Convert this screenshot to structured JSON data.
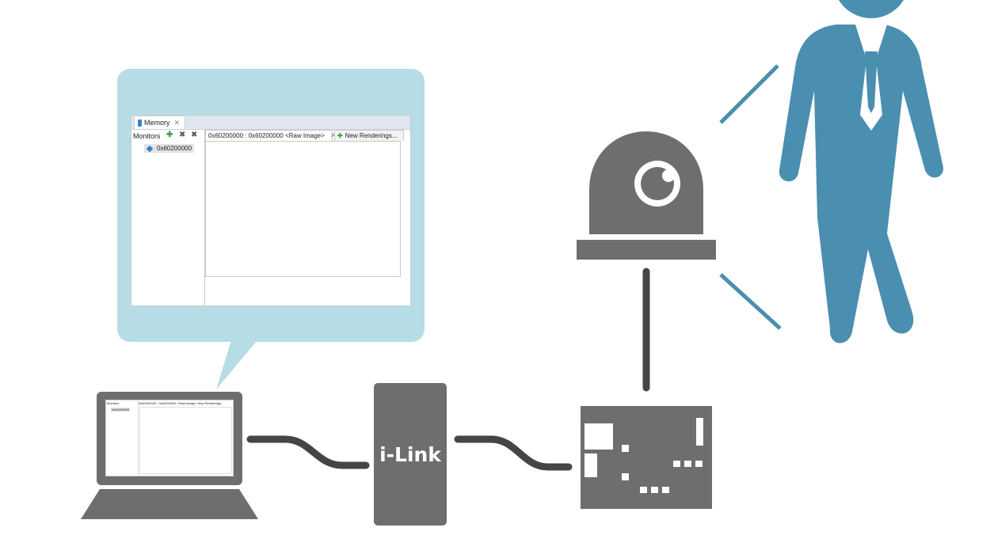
{
  "memory_view": {
    "tab_title": "Memory",
    "monitors_label": "Monitors",
    "monitor_address": "0x60200000",
    "rendering_tab": "0x60200000 : 0x60200000 <Raw Image>",
    "new_renderings_tab": "New Renderings..."
  },
  "laptop_screen": {
    "monitors_label": "Monitors",
    "monitor_address": "0x60200000",
    "rendering_tab": "0x60200000 : 0x60200000 <Raw Image>",
    "new_renderings_tab": "New Renderings..."
  },
  "debugger": {
    "label": "i-Link"
  },
  "colors": {
    "bubble": "#b6dde6",
    "person": "#4a8fb0",
    "device": "#6e6e6e",
    "cable": "#454545"
  },
  "icons": [
    "memory-icon",
    "add-monitor-icon",
    "remove-monitor-icon",
    "remove-all-icon",
    "close-icon",
    "monitor-diamond-icon",
    "camera-icon",
    "person-icon",
    "board-icon",
    "laptop-icon"
  ]
}
